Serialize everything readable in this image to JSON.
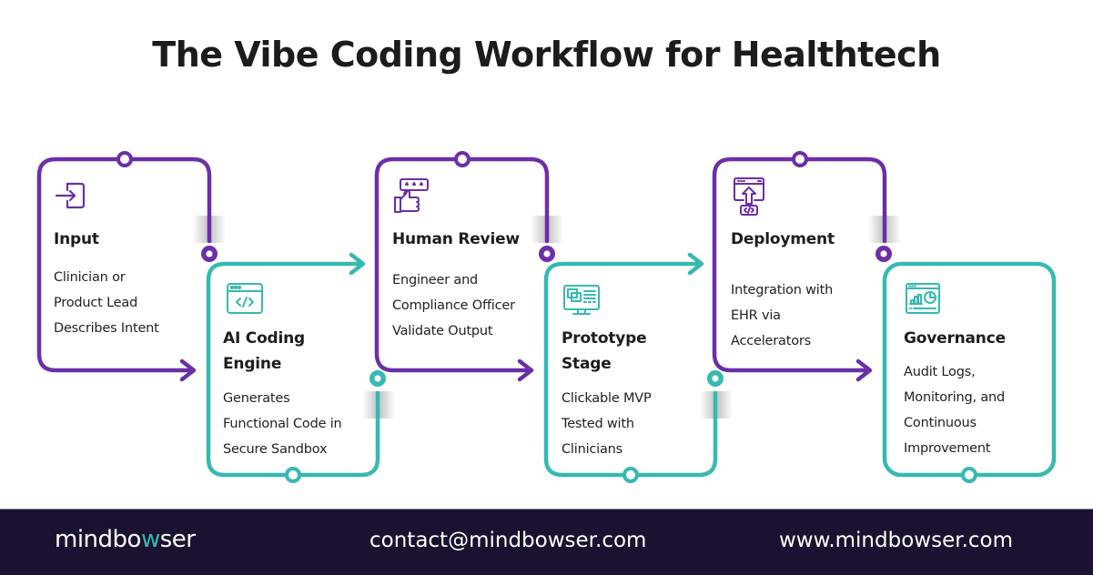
{
  "title": "The Vibe Coding Workflow for Healthtech",
  "colors": {
    "purple": "#6b2fa8",
    "teal": "#36b9b1",
    "footer_bg": "#1b1130",
    "text": "#1d1d1d"
  },
  "steps": [
    {
      "icon": "sign-in-icon",
      "title": "Input",
      "description": "Clinician or\nProduct Lead\nDescribes Intent",
      "color": "purple"
    },
    {
      "icon": "code-window-icon",
      "title": "AI Coding\nEngine",
      "description": "Generates\nFunctional Code in\nSecure Sandbox",
      "color": "teal"
    },
    {
      "icon": "thumbs-up-rating-icon",
      "title": "Human Review",
      "description": "Engineer and\nCompliance Officer\nValidate Output",
      "color": "purple"
    },
    {
      "icon": "monitor-prototype-icon",
      "title": "Prototype\nStage",
      "description": "Clickable MVP\nTested with\nClinicians",
      "color": "teal"
    },
    {
      "icon": "deploy-upload-icon",
      "title": "Deployment",
      "description": "Integration with\nEHR via\nAccelerators",
      "color": "purple"
    },
    {
      "icon": "analytics-dashboard-icon",
      "title": "Governance",
      "description": "Audit Logs,\nMonitoring, and\nContinuous\nImprovement",
      "color": "teal"
    }
  ],
  "footer": {
    "brand_pre": "mindbo",
    "brand_accent": "w",
    "brand_post": "ser",
    "contact": "contact@mindbowser.com",
    "website": "www.mindbowser.com"
  }
}
